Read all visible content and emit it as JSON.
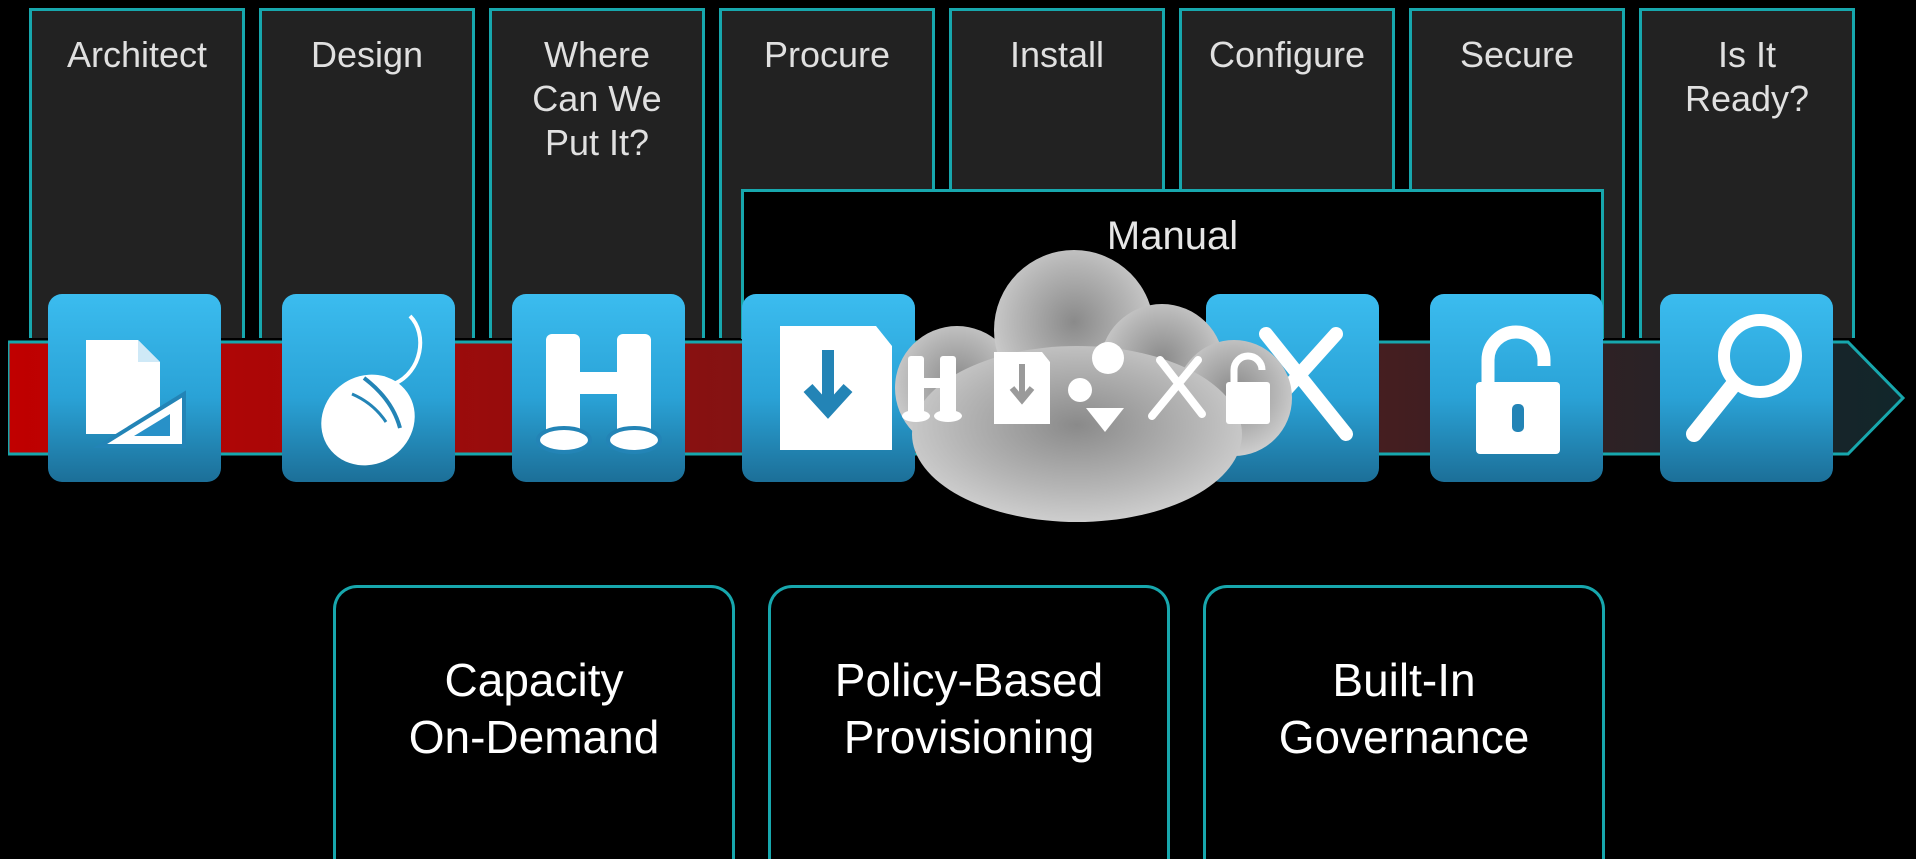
{
  "stages": [
    {
      "label": "Architect",
      "icon": "architect-icon"
    },
    {
      "label": "Design",
      "icon": "mouse-icon"
    },
    {
      "label": "Where\nCan We\nPut It?",
      "icon": "binoculars-icon"
    },
    {
      "label": "Procure",
      "icon": "download-box-icon"
    },
    {
      "label": "Install",
      "icon": "gears-icon"
    },
    {
      "label": "Configure",
      "icon": "tools-icon"
    },
    {
      "label": "Secure",
      "icon": "lock-icon"
    },
    {
      "label": "Is It\nReady?",
      "icon": "magnifier-icon"
    }
  ],
  "manual_label": "Manual",
  "cloud": {
    "icons": [
      "binoculars-icon",
      "download-box-icon",
      "gears-icon",
      "tools-icon",
      "lock-icon"
    ]
  },
  "features": [
    {
      "label": "Capacity\nOn-Demand"
    },
    {
      "label": "Policy-Based\nProvisioning"
    },
    {
      "label": "Built-In\nGovernance"
    }
  ],
  "colors": {
    "accent": "#17a7ad",
    "arrow_start": "#c00000",
    "arrow_end": "#10262b",
    "tile": "#2aa2d6"
  }
}
